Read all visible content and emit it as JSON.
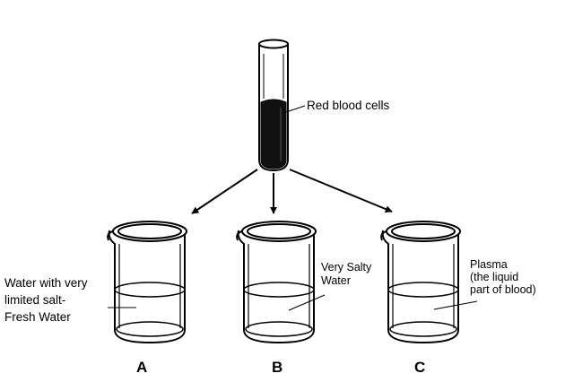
{
  "labels": {
    "red_blood_cells": "Red blood cells",
    "beaker_a_line1": "Water with very",
    "beaker_a_line2": "limited salt-",
    "beaker_a_line3": "Fresh Water",
    "beaker_b_line1": "Very Salty",
    "beaker_b_line2": "Water",
    "beaker_c_line1": "Plasma",
    "beaker_c_line2": "(the liquid",
    "beaker_c_line3": "part of blood)"
  },
  "beakers": [
    {
      "letter": "A"
    },
    {
      "letter": "B"
    },
    {
      "letter": "C"
    }
  ]
}
